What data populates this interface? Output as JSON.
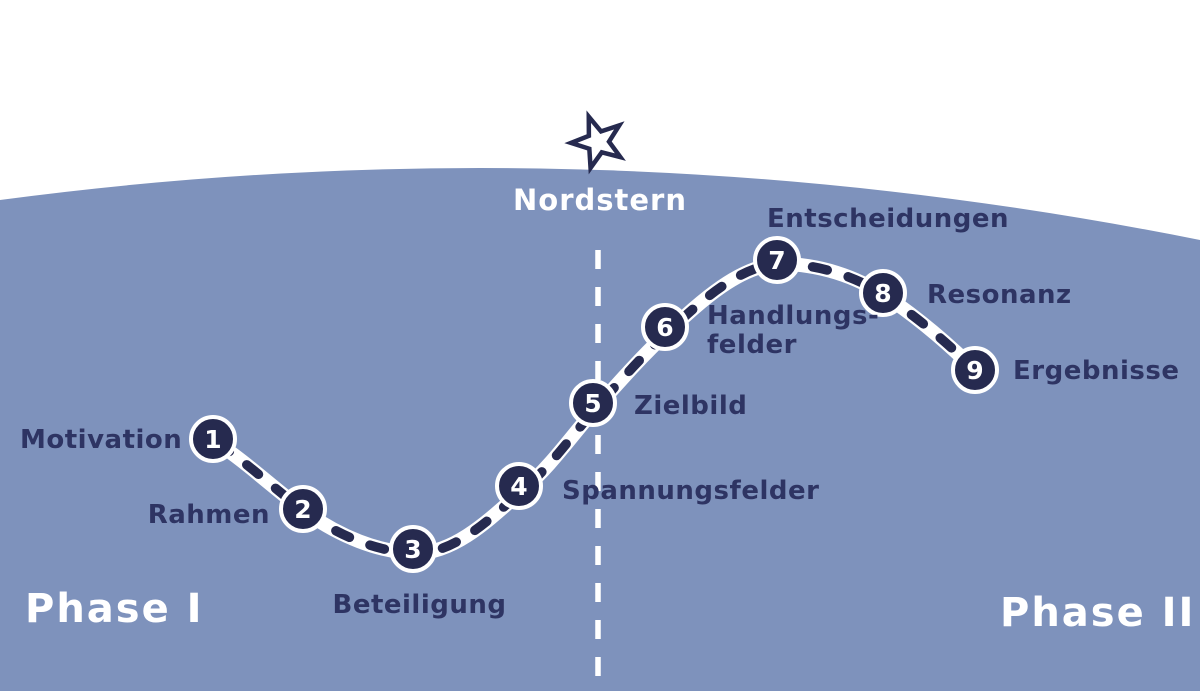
{
  "title": "Nordstern journey diagram",
  "north_star": {
    "icon": "star-outline",
    "label": "Nordstern"
  },
  "phases": {
    "phase1_label": "Phase I",
    "phase2_label": "Phase II"
  },
  "steps": [
    {
      "number": "1",
      "label": "Motivation"
    },
    {
      "number": "2",
      "label": "Rahmen"
    },
    {
      "number": "3",
      "label": "Beteiligung"
    },
    {
      "number": "4",
      "label": "Spannungsfelder"
    },
    {
      "number": "5",
      "label": "Zielbild"
    },
    {
      "number": "6",
      "label": "Handlungs-\nfelder"
    },
    {
      "number": "7",
      "label": "Entscheidungen"
    },
    {
      "number": "8",
      "label": "Resonanz"
    },
    {
      "number": "9",
      "label": "Ergebnisse"
    }
  ],
  "colors": {
    "background_blue": "#7e92bc",
    "navy": "#262a4f",
    "label_navy": "#2e3463",
    "white": "#ffffff"
  }
}
